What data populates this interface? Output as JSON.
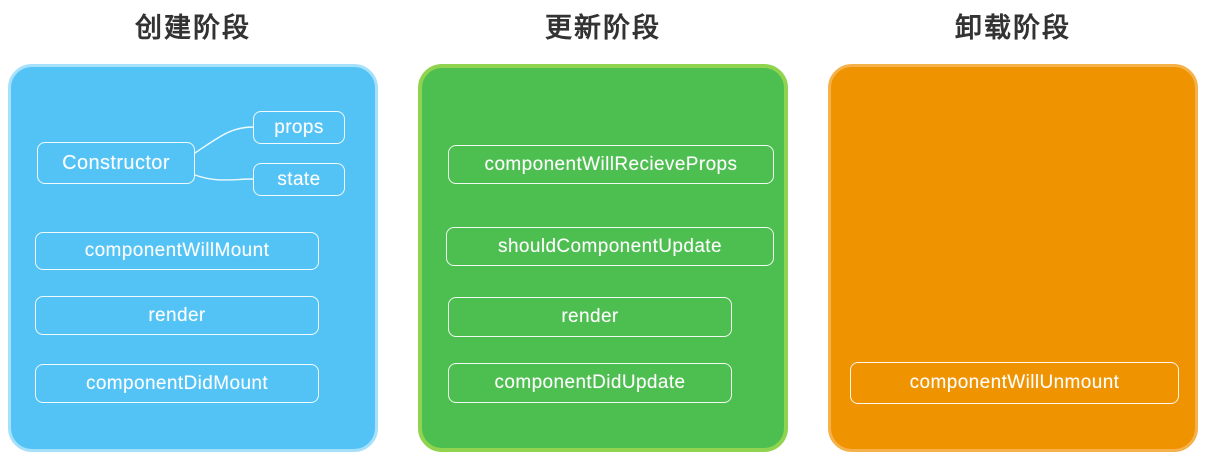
{
  "panels": [
    {
      "title": "创建阶段",
      "fill": "#53C3F6",
      "border": "#A6E0FB",
      "nodes": {
        "constructor": "Constructor",
        "props": "props",
        "state": "state",
        "will_mount": "componentWillMount",
        "render": "render",
        "did_mount": "componentDidMount"
      }
    },
    {
      "title": "更新阶段",
      "fill": "#4DBE50",
      "border": "#8FD34E",
      "nodes": {
        "will_receive_props": "componentWillRecieveProps",
        "should_update": "shouldComponentUpdate",
        "render": "render",
        "did_update": "componentDidUpdate"
      }
    },
    {
      "title": "卸载阶段",
      "fill": "#EF9300",
      "border": "#F5B14A",
      "nodes": {
        "will_unmount": "componentWillUnmount"
      }
    }
  ],
  "title_color": "#333333",
  "node_text_color": "#ffffff"
}
